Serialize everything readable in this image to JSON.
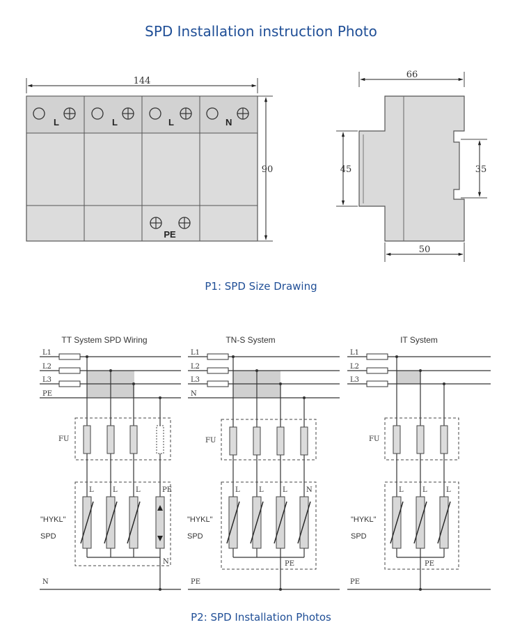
{
  "title": "SPD Installation instruction Photo",
  "caption1": "P1: SPD Size Drawing",
  "caption2": "P2: SPD Installation Photos",
  "front_view": {
    "width_dim": "144",
    "height_dim": "90",
    "module_labels": [
      "L",
      "L",
      "L",
      "N"
    ],
    "pe_label": "PE"
  },
  "side_view": {
    "width_dim": "66",
    "base_dim": "50",
    "left_dim": "45",
    "right_dim": "35"
  },
  "wiring": {
    "bus_labels": [
      "L1",
      "L2",
      "L3",
      "PE",
      "N"
    ],
    "fu_label": "FU",
    "spd_label_1": "\"HYKL\"",
    "spd_label_2": "SPD",
    "l_label": "L",
    "n_label": "N",
    "pe_label": "PE",
    "systems": [
      {
        "title": "TT System SPD Wiring",
        "bottom_label": "N"
      },
      {
        "title": "TN-S System",
        "bottom_label": "PE"
      },
      {
        "title": "IT System",
        "bottom_label": "PE"
      }
    ]
  }
}
